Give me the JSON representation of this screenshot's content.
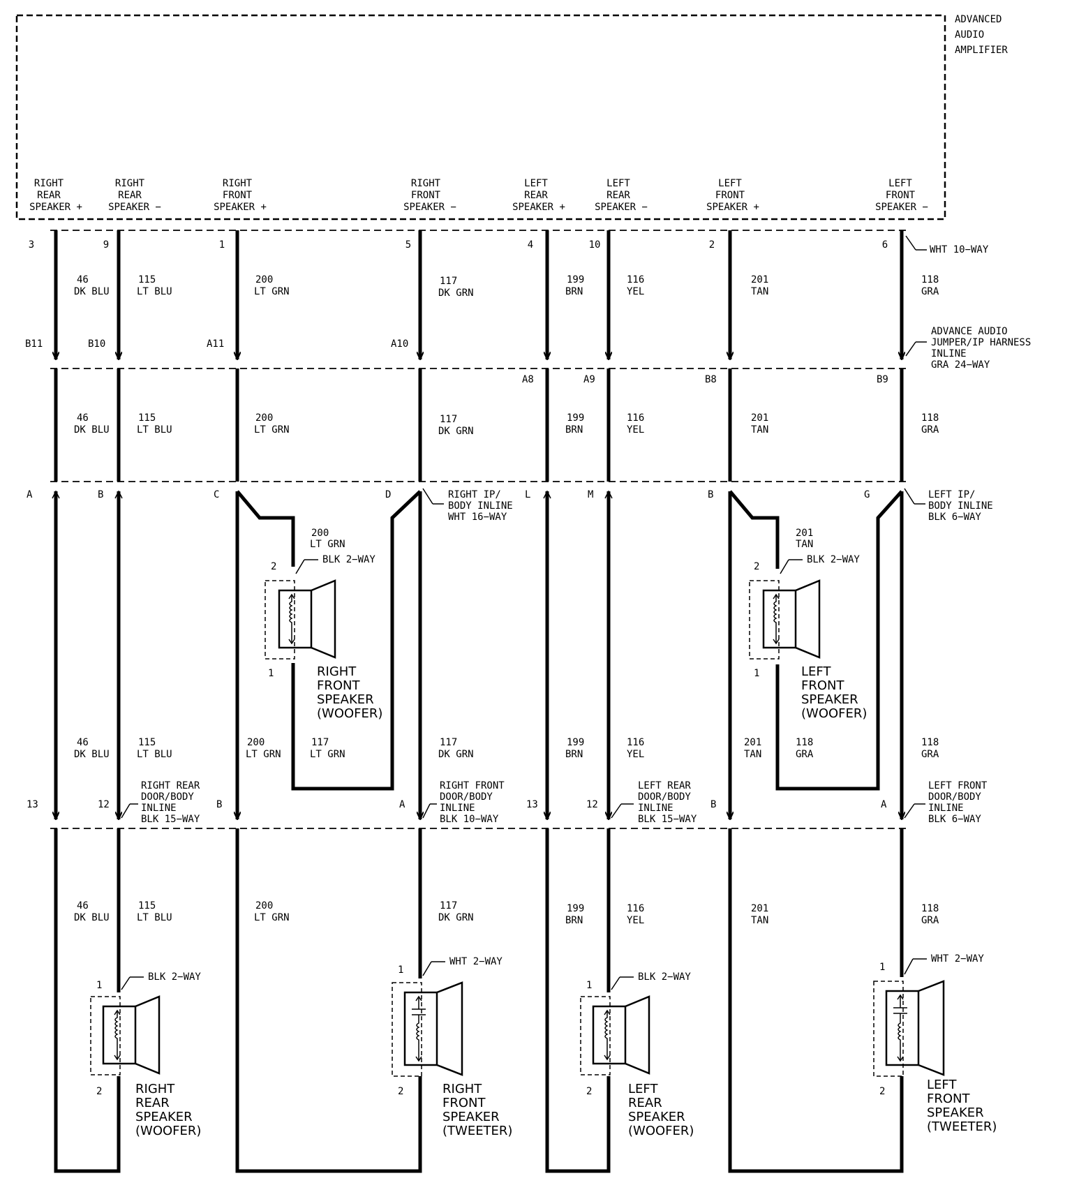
{
  "amplifier": {
    "title": [
      "ADVANCED",
      "AUDIO",
      "AMPLIFIER"
    ],
    "terminals": [
      {
        "label": [
          "RIGHT",
          "REAR",
          "SPEAKER +"
        ],
        "pin": "3"
      },
      {
        "label": [
          "RIGHT",
          "REAR",
          "SPEAKER −"
        ],
        "pin": "9"
      },
      {
        "label": [
          "RIGHT",
          "FRONT",
          "SPEAKER +"
        ],
        "pin": "1"
      },
      {
        "label": [
          "RIGHT",
          "FRONT",
          "SPEAKER −"
        ],
        "pin": "5"
      },
      {
        "label": [
          "LEFT",
          "REAR",
          "SPEAKER +"
        ],
        "pin": "4"
      },
      {
        "label": [
          "LEFT",
          "REAR",
          "SPEAKER −"
        ],
        "pin": "10"
      },
      {
        "label": [
          "LEFT",
          "FRONT",
          "SPEAKER +"
        ],
        "pin": "2"
      },
      {
        "label": [
          "LEFT",
          "FRONT",
          "SPEAKER −"
        ],
        "pin": "6"
      }
    ],
    "connector": "WHT 10−WAY"
  },
  "wires": [
    {
      "circuit": "46",
      "color": "DK BLU"
    },
    {
      "circuit": "115",
      "color": "LT BLU"
    },
    {
      "circuit": "200",
      "color": "LT GRN"
    },
    {
      "circuit": "117",
      "color": "DK GRN"
    },
    {
      "circuit": "199",
      "color": "BRN"
    },
    {
      "circuit": "116",
      "color": "YEL"
    },
    {
      "circuit": "201",
      "color": "TAN"
    },
    {
      "circuit": "118",
      "color": "GRA"
    }
  ],
  "jumper": {
    "label": [
      "ADVANCE AUDIO",
      "JUMPER/IP HARNESS",
      "INLINE",
      "GRA 24−WAY"
    ],
    "upper_pins": [
      "B11",
      "B10",
      "A11",
      "A10"
    ],
    "lower_pins": [
      "A8",
      "A9",
      "B8",
      "B9"
    ]
  },
  "ip_inline": {
    "right": {
      "label": [
        "RIGHT IP/",
        "BODY INLINE",
        "WHT 16−WAY"
      ],
      "pins": [
        "A",
        "B",
        "C",
        "D",
        "L",
        "M"
      ]
    },
    "left": {
      "label": [
        "LEFT IP/",
        "BODY INLINE",
        "BLK 6−WAY"
      ],
      "pins": [
        "B",
        "G"
      ]
    }
  },
  "woofers_front": {
    "right": {
      "label": [
        "RIGHT",
        "FRONT",
        "SPEAKER",
        "(WOOFER)"
      ],
      "connector": "BLK 2−WAY",
      "pins": [
        "2",
        "1"
      ],
      "feed": {
        "circuit": "200",
        "color": "LT GRN"
      },
      "return": {
        "circuit": "117",
        "color": "LT GRN"
      }
    },
    "left": {
      "label": [
        "LEFT",
        "FRONT",
        "SPEAKER",
        "(WOOFER)"
      ],
      "connector": "BLK 2−WAY",
      "pins": [
        "2",
        "1"
      ],
      "feed": {
        "circuit": "201",
        "color": "TAN"
      },
      "return": {
        "circuit": "118",
        "color": "GRA"
      }
    }
  },
  "door_inline": {
    "right_rear": {
      "label": [
        "RIGHT REAR",
        "DOOR/BODY",
        "INLINE",
        "BLK 15−WAY"
      ],
      "pins": [
        "13",
        "12"
      ]
    },
    "right_front": {
      "label": [
        "RIGHT FRONT",
        "DOOR/BODY",
        "INLINE",
        "BLK 10−WAY"
      ],
      "pins": [
        "B",
        "A"
      ]
    },
    "left_rear": {
      "label": [
        "LEFT REAR",
        "DOOR/BODY",
        "INLINE",
        "BLK 15−WAY"
      ],
      "pins": [
        "13",
        "12"
      ]
    },
    "left_front": {
      "label": [
        "LEFT FRONT",
        "DOOR/BODY",
        "INLINE",
        "BLK 6−WAY"
      ],
      "pins": [
        "B",
        "A"
      ]
    }
  },
  "bottom_speakers": [
    {
      "label": [
        "RIGHT",
        "REAR",
        "SPEAKER",
        "(WOOFER)"
      ],
      "connector": "BLK 2−WAY",
      "pins": [
        "1",
        "2"
      ]
    },
    {
      "label": [
        "RIGHT",
        "FRONT",
        "SPEAKER",
        "(TWEETER)"
      ],
      "connector": "WHT 2−WAY",
      "pins": [
        "1",
        "2"
      ]
    },
    {
      "label": [
        "LEFT",
        "REAR",
        "SPEAKER",
        "(WOOFER)"
      ],
      "connector": "BLK 2−WAY",
      "pins": [
        "1",
        "2"
      ]
    },
    {
      "label": [
        "LEFT",
        "FRONT",
        "SPEAKER",
        "(TWEETER)"
      ],
      "connector": "WHT 2−WAY",
      "pins": [
        "1",
        "2"
      ]
    }
  ]
}
